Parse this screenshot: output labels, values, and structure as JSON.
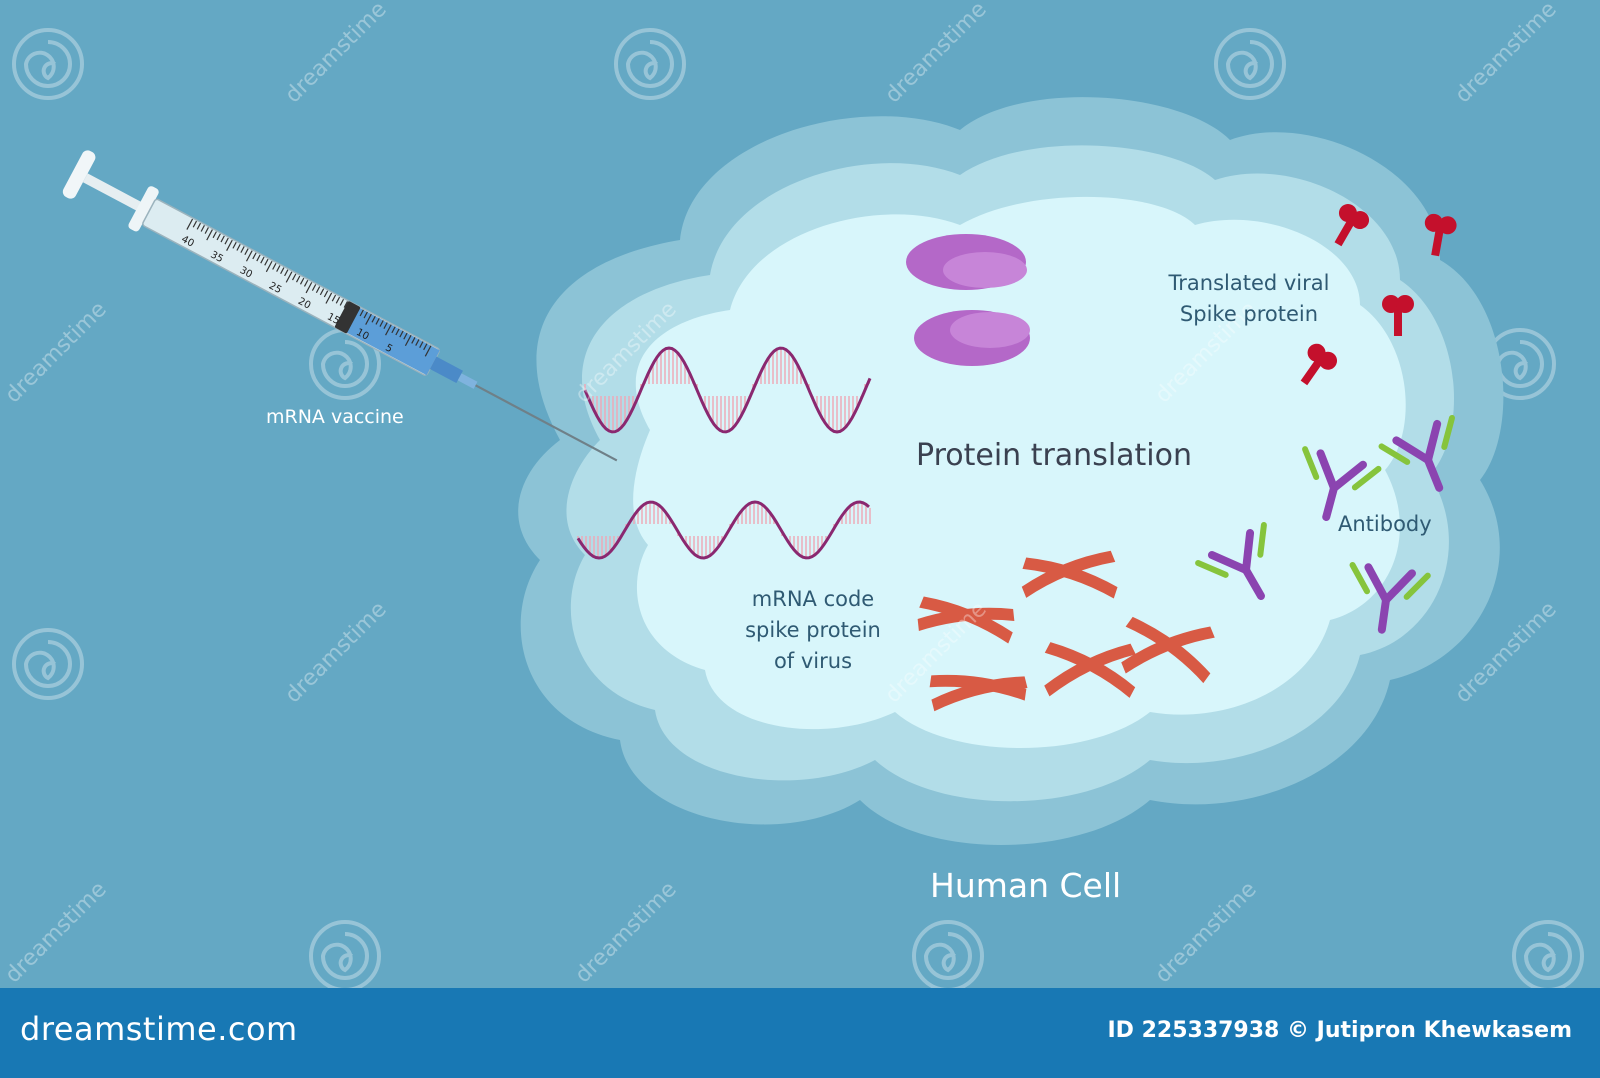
{
  "labels": {
    "vaccine": "mRNA vaccine",
    "translation": "Protein translation",
    "spike_protein": "Translated viral Spike protein",
    "antibody": "Antibody",
    "mrna_code": "mRNA code spike protein of virus",
    "human_cell": "Human Cell"
  },
  "syringe": {
    "scale_marks": [
      "40",
      "35",
      "30",
      "25",
      "20",
      "15",
      "10",
      "5"
    ]
  },
  "footer": {
    "brand": "dreamstime.com",
    "credit": "ID 225337938 © Jutipron Khewkasem"
  },
  "watermark": {
    "text": "dreamstime",
    "logo": "spiral-logo-icon"
  },
  "colors": {
    "background": "#64a8c4",
    "cell_outer": "#8cc3d6",
    "cell_middle": "#b2dde8",
    "cell_inner": "#d8f6fb",
    "ribosome": "#b468c8",
    "protein_strand": "#d85a44",
    "spike": "#c4102c",
    "antibody_heavy": "#8b44b0",
    "antibody_light": "#86c43c",
    "mrna": "#8a2870",
    "mrna_rungs": "#f0a6b4",
    "footer": "#1878b4"
  }
}
